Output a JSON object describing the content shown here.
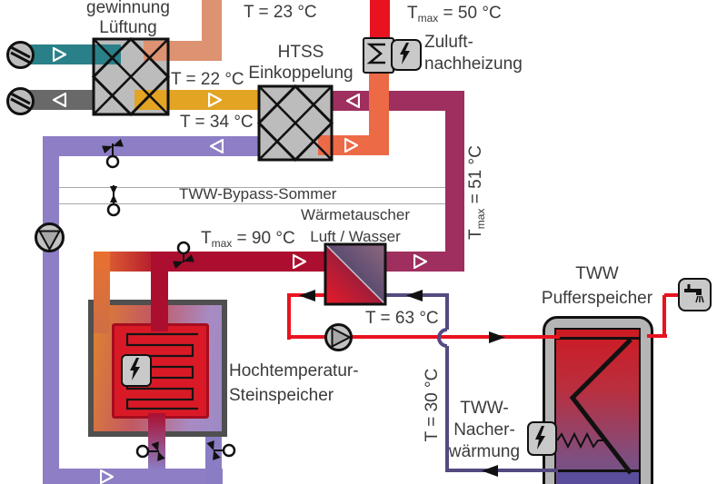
{
  "labels": {
    "wrg": [
      "gewinnung",
      "Lüftung"
    ],
    "t23": "T = 23 °C",
    "htss": [
      "HTSS",
      "Einkoppelung"
    ],
    "t22": "T = 22 °C",
    "t34": "T = 34 °C",
    "tmax50": {
      "pre": "T",
      "sub": "max",
      "post": " = 50 °C"
    },
    "zuluft": [
      "Zuluft-",
      "nachheizung"
    ],
    "tmax51": {
      "pre": "T",
      "sub": "max",
      "post": " = 51 °C"
    },
    "bypass": "TWW-Bypass-Sommer",
    "wt": [
      "Wärmetauscher",
      "Luft / Wasser"
    ],
    "tmax90": {
      "pre": "T",
      "sub": "max",
      "post": " = 90 °C"
    },
    "t63": "T = 63 °C",
    "t30": "T = 30 °C",
    "twwnach": [
      "TWW-",
      "Nacher-",
      "wärmung"
    ],
    "tank": [
      "TWW",
      "Pufferspeicher"
    ],
    "stein": [
      "Hochtemperatur-",
      "Steinspeicher"
    ]
  },
  "icons": [
    "fan-icon",
    "pump-icon",
    "valve-icon",
    "lightning-icon",
    "heating-coil-icon",
    "faucet-icon",
    "arrow-icon"
  ],
  "colors": {
    "teal_pipe": "#2a8089",
    "gray_pipe": "#696969",
    "salmon_pipe": "#dd9271",
    "gold_pipe": "#e2a422",
    "purple_pipe": "#8d7ec5",
    "crimson_pipe": "#9e2f5e",
    "dark_red_pipe": "#ac0e2f",
    "orange_red_pipe": "#ed6a47",
    "bright_red_pipe": "#e8131f",
    "thin_red_line": "#e8131f",
    "thin_purple_line": "#554a80",
    "hx_gray": "#bcbcbc",
    "core_red": "#d91a26",
    "tank_wall": "#b5b5b5",
    "tank_top_red": "#ce1a22",
    "tank_bottom_purple": "#5a4d9c",
    "icon_gray": "#c9c9c9",
    "text": "#3b3b3b"
  }
}
